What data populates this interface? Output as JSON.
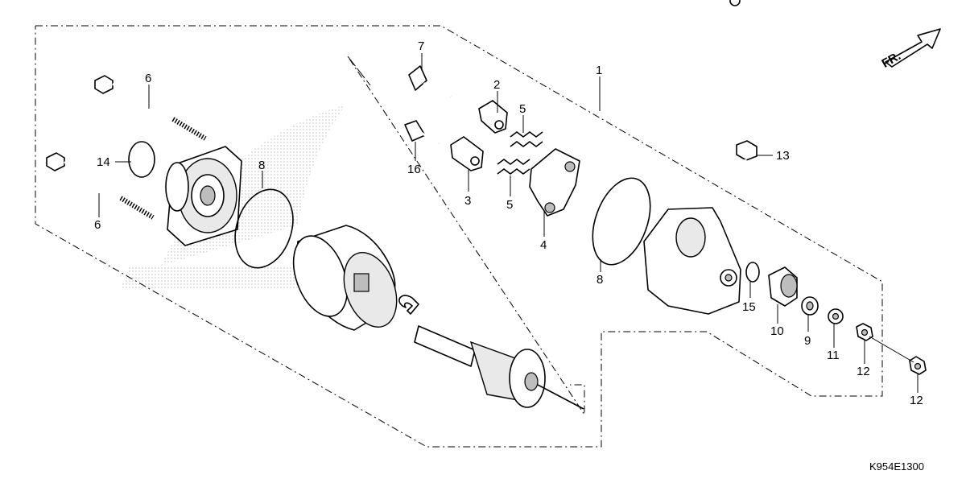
{
  "diagram": {
    "callouts": [
      {
        "id": "c1",
        "label": "1",
        "part": "starter-motor-assembly"
      },
      {
        "id": "c2",
        "label": "2",
        "part": "brush-holder-upper"
      },
      {
        "id": "c3",
        "label": "3",
        "part": "brush-holder-lower"
      },
      {
        "id": "c4",
        "label": "4",
        "part": "brush-plate"
      },
      {
        "id": "c5a",
        "label": "5",
        "part": "brush-spring-upper"
      },
      {
        "id": "c5b",
        "label": "5",
        "part": "brush-spring-lower"
      },
      {
        "id": "c6a",
        "label": "6",
        "part": "through-bolt-upper"
      },
      {
        "id": "c6b",
        "label": "6",
        "part": "through-bolt-lower"
      },
      {
        "id": "c7",
        "label": "7",
        "part": "terminal-bolt"
      },
      {
        "id": "c8a",
        "label": "8",
        "part": "o-ring-front"
      },
      {
        "id": "c8b",
        "label": "8",
        "part": "o-ring-rear"
      },
      {
        "id": "c9",
        "label": "9",
        "part": "thrust-washer"
      },
      {
        "id": "c10",
        "label": "10",
        "part": "gear"
      },
      {
        "id": "c11",
        "label": "11",
        "part": "washer"
      },
      {
        "id": "c12a",
        "label": "12",
        "part": "nut-inner"
      },
      {
        "id": "c12b",
        "label": "12",
        "part": "nut-outer"
      },
      {
        "id": "c13",
        "label": "13",
        "part": "flange-bolt"
      },
      {
        "id": "c14",
        "label": "14",
        "part": "o-ring-small"
      },
      {
        "id": "c15",
        "label": "15",
        "part": "circlip"
      },
      {
        "id": "c16",
        "label": "16",
        "part": "terminal-stud"
      }
    ],
    "direction_label": "FR.",
    "drawing_code": "K954E1300"
  }
}
